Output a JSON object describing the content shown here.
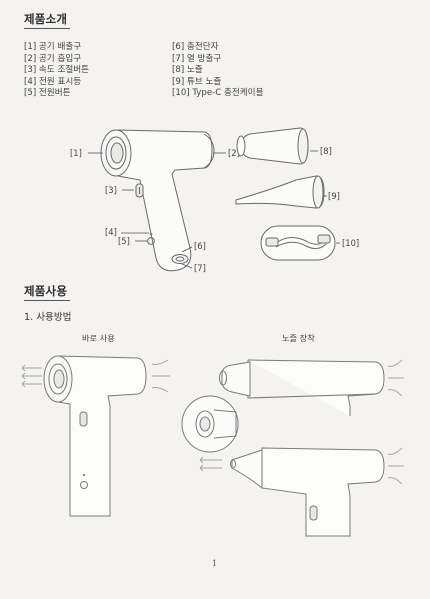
{
  "section1": {
    "title": "제품소개"
  },
  "parts_left": [
    "[1] 공기 배출구",
    "[2] 공기 흡입구",
    "[3] 속도 조절버튼",
    "[4] 전원 표시등",
    "[5] 전원버튼"
  ],
  "parts_right": [
    "[6] 충전단자",
    "[7] 열 방출구",
    "[8] 노즐",
    "[9] 튜브 노즐",
    "[10] Type-C 충전케이블"
  ],
  "callouts": {
    "c1": "[1]",
    "c2": "[2]",
    "c3": "[3]",
    "c4": "[4]",
    "c5": "[5]",
    "c6": "[6]",
    "c7": "[7]",
    "c8": "[8]",
    "c9": "[9]",
    "c10": "[10]"
  },
  "section2": {
    "title": "제품사용"
  },
  "usage": {
    "subtitle": "1. 사용방법",
    "direct_use": "바로 사용",
    "nozzle_mount": "노즐 장착"
  },
  "page_number": "1"
}
